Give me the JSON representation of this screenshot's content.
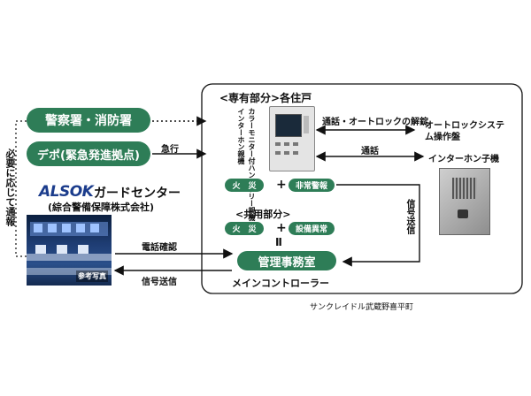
{
  "diagram": {
    "colors": {
      "accent": "#2e7d57",
      "text": "#111111",
      "brand_blue": "#1b3c8c"
    },
    "left": {
      "police_fire_label": "警察署・消防署",
      "depot_label": "デポ(緊急発進拠点)",
      "vertical_note": "必要に応じて通報",
      "alsok_logo": "ALSOK",
      "guard_center_label": "ガードセンター",
      "company_label": "(綜合警備保障株式会社)",
      "photo_caption": "参考写真"
    },
    "private_section": {
      "heading": "<専有部分>各住戸",
      "monitor_label": "カラーモニター付ハンズフリー親機",
      "monitor_label_alt": "インターホン親機",
      "fire_label": "火　災",
      "plus_sign": "+",
      "emergency_label": "非常警報"
    },
    "common_section": {
      "heading": "<共用部分>",
      "fire_label": "火　災",
      "plus_sign": "+",
      "equipment_label": "設備異常",
      "equals_sign": "Ⅱ",
      "office_label": "管理事務室",
      "controller_label": "メインコントローラー"
    },
    "right": {
      "autolock_label": "オートロックシステム操作盤",
      "intercom_label": "インターホン子機"
    },
    "arrows": {
      "rush_label": "急行",
      "call_unlock_label": "通話・オートロックの解錠",
      "call_label": "通話",
      "phone_confirm_label": "電話確認",
      "signal_send_label": "信号送信",
      "signal_send_vertical": "信号送信"
    },
    "property_name": "サンクレイドル武蔵野喜平町"
  }
}
